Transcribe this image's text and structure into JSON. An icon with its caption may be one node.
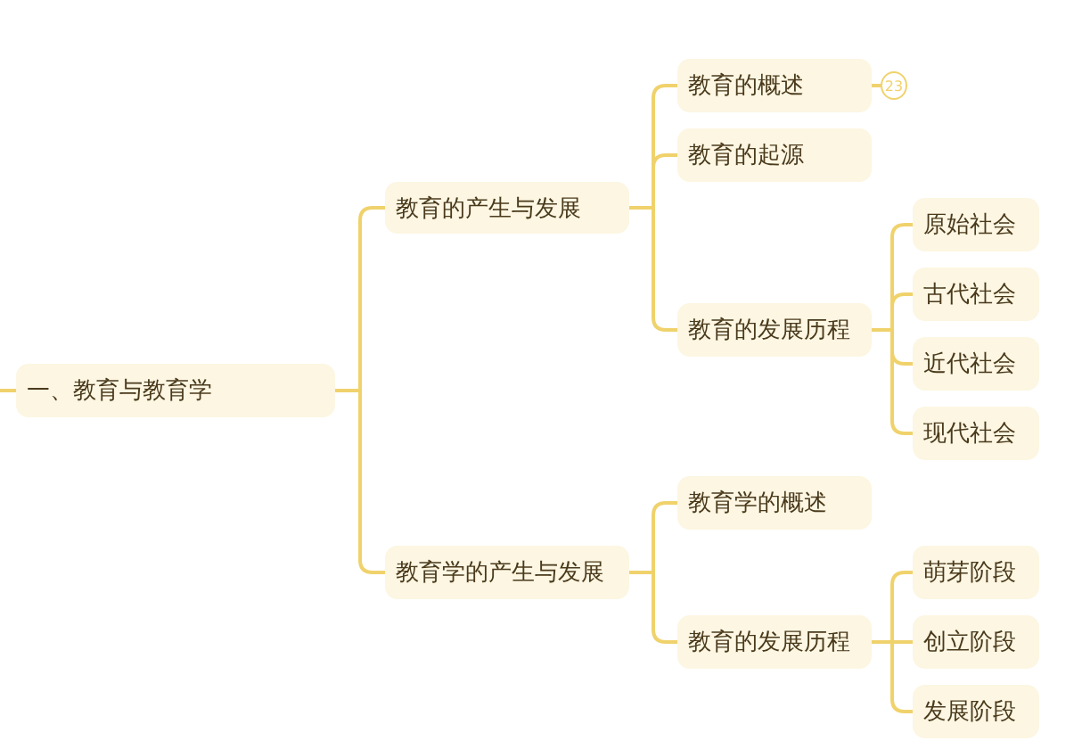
{
  "diagram": {
    "nodes": [
      {
        "text": [
          "一、教育与教育学"
        ]
      },
      {
        "text": [
          "教育的产生与发展"
        ]
      },
      {
        "text": [
          "教育的概述"
        ]
      },
      {
        "text": [
          "23"
        ]
      },
      {
        "text": [
          "教育的起源"
        ]
      },
      {
        "text": [
          "教育的发展历程"
        ]
      },
      {
        "text": [
          "原始社会"
        ]
      },
      {
        "text": [
          "古代社会"
        ]
      },
      {
        "text": [
          "近代社会"
        ]
      },
      {
        "text": [
          "现代社会"
        ]
      },
      {
        "text": [
          "教育学的产生与发展"
        ]
      },
      {
        "text": [
          "教育学的概述"
        ]
      },
      {
        "text": [
          "教育的发展历程"
        ]
      },
      {
        "text": [
          "萌芽阶段"
        ]
      },
      {
        "text": [
          "创立阶段"
        ]
      },
      {
        "text": [
          "发展阶段"
        ]
      }
    ],
    "edges": [
      {
        "from": null,
        "to": 0,
        "arrow": "none"
      },
      {
        "from": 0,
        "to": 1,
        "arrow": "none"
      },
      {
        "from": 0,
        "to": 10,
        "arrow": "none"
      },
      {
        "from": 1,
        "to": 2,
        "arrow": "none"
      },
      {
        "from": 2,
        "to": 3,
        "arrow": "none"
      },
      {
        "from": 1,
        "to": 4,
        "arrow": "none"
      },
      {
        "from": 1,
        "to": 5,
        "arrow": "none"
      },
      {
        "from": 5,
        "to": 6,
        "arrow": "none"
      },
      {
        "from": 5,
        "to": 7,
        "arrow": "none"
      },
      {
        "from": 5,
        "to": 8,
        "arrow": "none"
      },
      {
        "from": 5,
        "to": 9,
        "arrow": "none"
      },
      {
        "from": 10,
        "to": 11,
        "arrow": "none"
      },
      {
        "from": 10,
        "to": 12,
        "arrow": "none"
      },
      {
        "from": 12,
        "to": 13,
        "arrow": "none"
      },
      {
        "from": 12,
        "to": 14,
        "arrow": "none"
      },
      {
        "from": 12,
        "to": 15,
        "arrow": "none"
      }
    ]
  }
}
